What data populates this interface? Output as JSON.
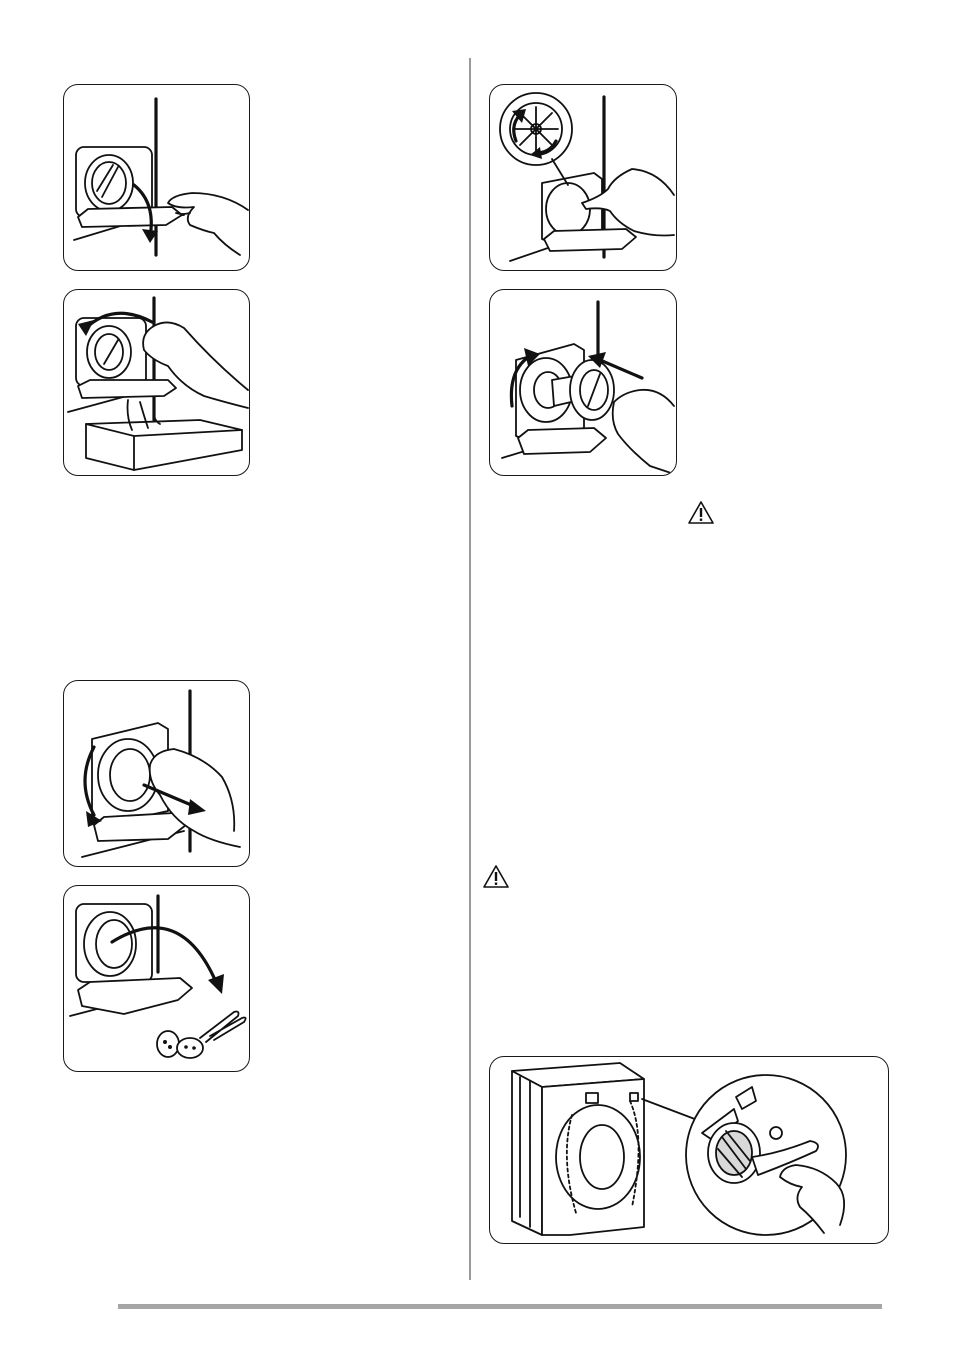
{
  "page": {
    "figures": [
      {
        "id": "open-flap",
        "icon": "flap-open-illustration"
      },
      {
        "id": "turn-drain-plug",
        "icon": "drain-plug-unscrew-illustration"
      },
      {
        "id": "remove-pump-filter",
        "icon": "pump-filter-remove-illustration"
      },
      {
        "id": "remove-foreign-objects",
        "icon": "foreign-objects-illustration"
      },
      {
        "id": "check-impeller",
        "icon": "impeller-check-illustration"
      },
      {
        "id": "refit-pump-filter",
        "icon": "pump-filter-refit-illustration"
      },
      {
        "id": "clean-inlet-filter",
        "icon": "inlet-filter-clean-illustration"
      }
    ],
    "warning_icons": [
      "warning-triangle-icon",
      "warning-triangle-icon"
    ],
    "colors": {
      "line": "#111111",
      "divider": "#9a9a9a",
      "footer_rule": "#a6a6a6"
    }
  }
}
